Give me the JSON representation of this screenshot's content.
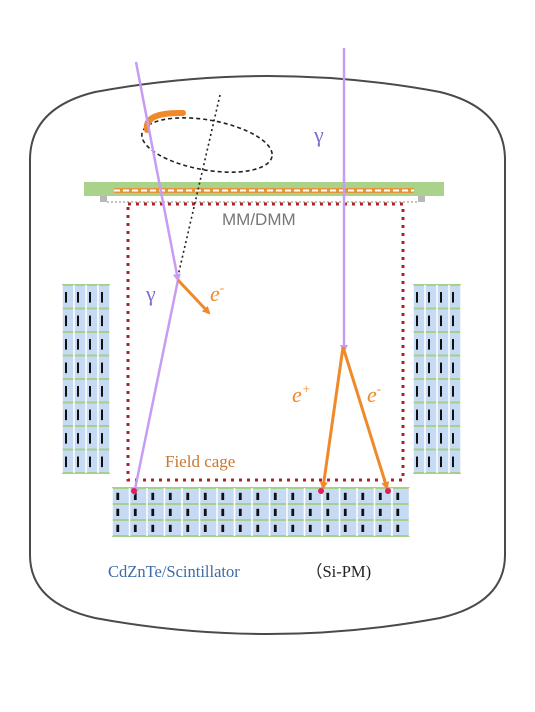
{
  "labels": {
    "gamma_right": "γ",
    "gamma_left": "γ",
    "electron_top": "e",
    "electron_top_sup": "-",
    "mm_dmm": "MM/DMM",
    "positron": "e",
    "positron_sup": "+",
    "electron_right": "e",
    "electron_right_sup": "-",
    "field_cage": "Field cage",
    "calorimeter": "CdZnTe/Scintillator",
    "sipm": "（Si-PM)"
  },
  "colors": {
    "gamma_track": "#c79cf2",
    "electron_track": "#f0892a",
    "field_cage": "#b02428",
    "vessel": "#4a4a4a",
    "plate_green": "#a9d38a",
    "pixel_blue": "#c7daf3",
    "grid_green": "#a6d08a",
    "gamma_label": "#7b6fd1",
    "mm_label": "#777777",
    "field_cage_label": "#c8772f",
    "calorimeter_label": "#3f6aa8",
    "sipm_label": "#222222"
  },
  "calorimeter": {
    "side_rows": 8,
    "side_cols": 4,
    "bottom_rows": 3,
    "bottom_cols": 17
  }
}
